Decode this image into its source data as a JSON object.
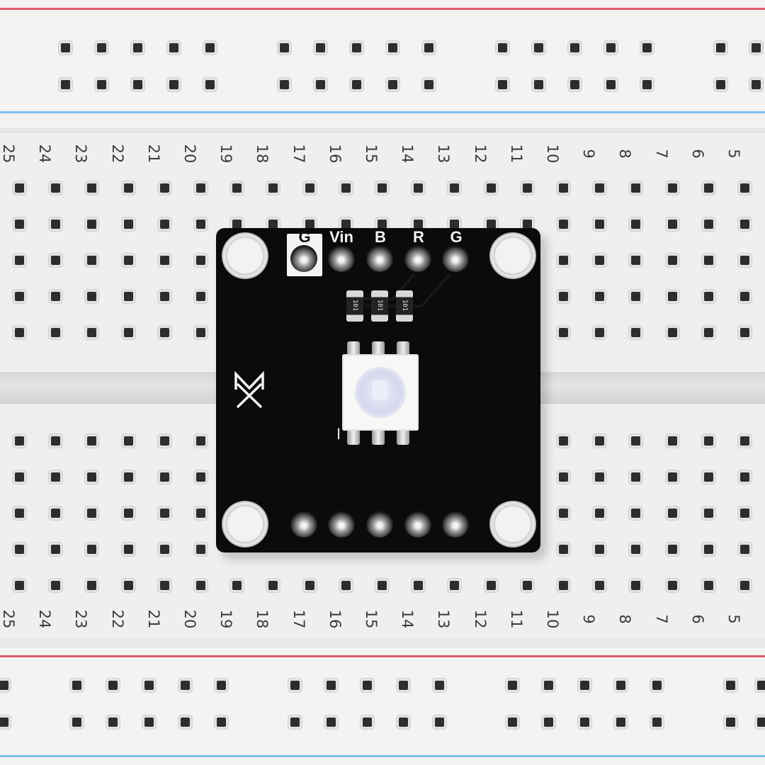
{
  "breadboard": {
    "rail_colors": {
      "red": "#e25a6c",
      "blue": "#7cc2ea"
    },
    "column_numbers_top": [
      "25",
      "24",
      "23",
      "22",
      "21",
      "20",
      "19",
      "18",
      "17",
      "16",
      "15",
      "14",
      "13",
      "12",
      "11",
      "10",
      "9",
      "8",
      "7",
      "6",
      "5"
    ],
    "column_numbers_bottom": [
      "25",
      "24",
      "23",
      "22",
      "21",
      "20",
      "19",
      "18",
      "17",
      "16",
      "15",
      "14",
      "13",
      "12",
      "11",
      "10",
      "9",
      "8",
      "7",
      "6",
      "5"
    ]
  },
  "module": {
    "pcb_color": "#0b0b0b",
    "top_pin_labels": [
      "G",
      "Vin",
      "B",
      "R",
      "G"
    ],
    "logo_icon": "mx-logo-icon",
    "led": {
      "body_color": "#f7f7f5",
      "lens_tint": "#cfd2ec",
      "status": "off"
    },
    "resistor_marking": "101",
    "pin1_mark": "I"
  }
}
